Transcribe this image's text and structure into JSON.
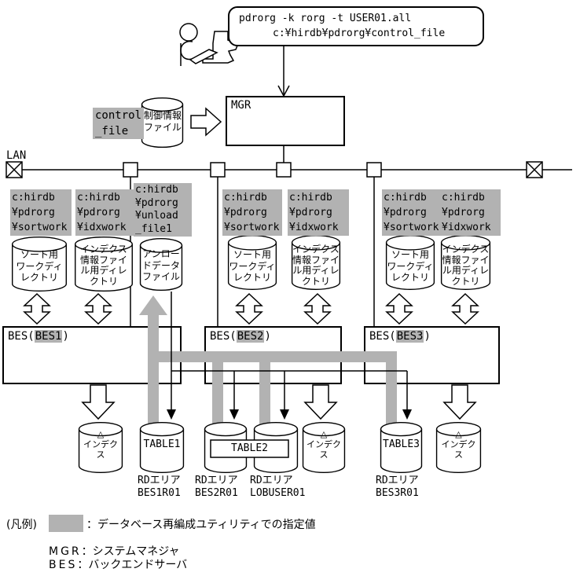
{
  "colors": {
    "highlight": "#b2b2b2",
    "flow_path": "#b2b2b2",
    "line": "#000000",
    "background": "#ffffff"
  },
  "icons": {
    "person": "person-at-terminal-icon",
    "storage": "database-cylinder-icon",
    "lan_terminator": "crossed-box-icon",
    "flow": "block-arrow-icon"
  },
  "command_bubble": {
    "line1": "pdrorg -k rorg -t USER01.all",
    "line2": "c:¥hirdb¥pdrorg¥control_file"
  },
  "control_file": {
    "label": "control\n_file",
    "cylinder_label": "制御情報\nファイル"
  },
  "mgr_box": {
    "label": "MGR"
  },
  "lan_label": "LAN",
  "servers": [
    {
      "prefix": "BES(",
      "name": "BES1",
      "suffix": ")",
      "dirs": [
        {
          "path": "c:hirdb\n¥pdrorg\n¥sortwork",
          "cylinder": "ソート用\nワークディ\nレクトリ"
        },
        {
          "path": "c:hirdb\n¥pdrorg\n¥idxwork",
          "cylinder": "インデクス\n情報ファイ\nル用ディレ\nクトリ"
        },
        {
          "path": "c:hirdb\n¥pdrorg\n¥unload\n_file1",
          "cylinder": "アンロー\nドデータ\nファイル"
        }
      ]
    },
    {
      "prefix": "BES(",
      "name": "BES2",
      "suffix": ")",
      "dirs": [
        {
          "path": "c:hirdb\n¥pdrorg\n¥sortwork",
          "cylinder": "ソート用\nワークディ\nレクトリ"
        },
        {
          "path": "c:hirdb\n¥pdrorg\n¥idxwork",
          "cylinder": "インデクス\n情報ファイ\nル用ディレ\nクトリ"
        }
      ]
    },
    {
      "prefix": "BES(",
      "name": "BES3",
      "suffix": ")",
      "dirs": [
        {
          "path": "c:hirdb\n¥pdrorg\n¥sortwork",
          "cylinder": "ソート用\nワークディ\nレクトリ"
        },
        {
          "path": "c:hirdb\n¥pdrorg\n¥idxwork",
          "cylinder": "インデクス\n情報ファイ\nル用ディレ\nクトリ"
        }
      ]
    }
  ],
  "storage": {
    "index_cylinder": "△\nインデク\nス",
    "tables": [
      {
        "name": "TABLE1",
        "rdarea": "RDエリア\nBES1R01"
      },
      {
        "name": "TABLE2",
        "rdarea_left": "RDエリア\nBES2R01",
        "rdarea_right": "RDエリア\nLOBUSER01"
      },
      {
        "name": "TABLE3",
        "rdarea": "RDエリア\nBES3R01"
      }
    ]
  },
  "legend": {
    "title": "(凡例)",
    "swatch_desc": "：データベース再編成ユティリティでの指定値",
    "mgr_term": "MGR",
    "mgr_desc": "：システムマネジャ",
    "bes_term": "BES",
    "bes_desc": "：バックエンドサーバ"
  }
}
